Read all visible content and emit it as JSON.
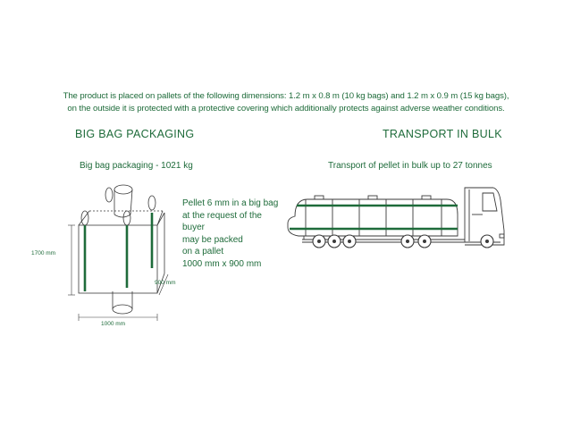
{
  "intro": {
    "line1": "The product is placed on pallets of the following dimensions: 1.2 m x 0.8 m (10 kg bags) and 1.2 m x 0.9 m (15 kg bags),",
    "line2": "on the outside it is protected with a protective covering which additionally protects against adverse weather conditions."
  },
  "bigbag": {
    "heading": "BIG BAG PACKAGING",
    "subheading": "Big bag packaging - 1021 kg",
    "note": [
      "Pellet 6 mm in a big bag",
      "at the request of the",
      "buyer",
      "may be packed",
      "on a pallet",
      "1000 mm x 900 mm"
    ],
    "dim_height": "1700 mm",
    "dim_depth": "900 mm",
    "dim_width": "1000 mm"
  },
  "transport": {
    "heading": "TRANSPORT IN BULK",
    "subheading": "Transport of pellet in bulk up to 27 tonnes"
  },
  "colors": {
    "text": "#1e6b3a",
    "line": "#1e6b3a",
    "outline": "#3a3a3a"
  },
  "icons": [
    "big-bag-icon",
    "tanker-truck-icon"
  ]
}
